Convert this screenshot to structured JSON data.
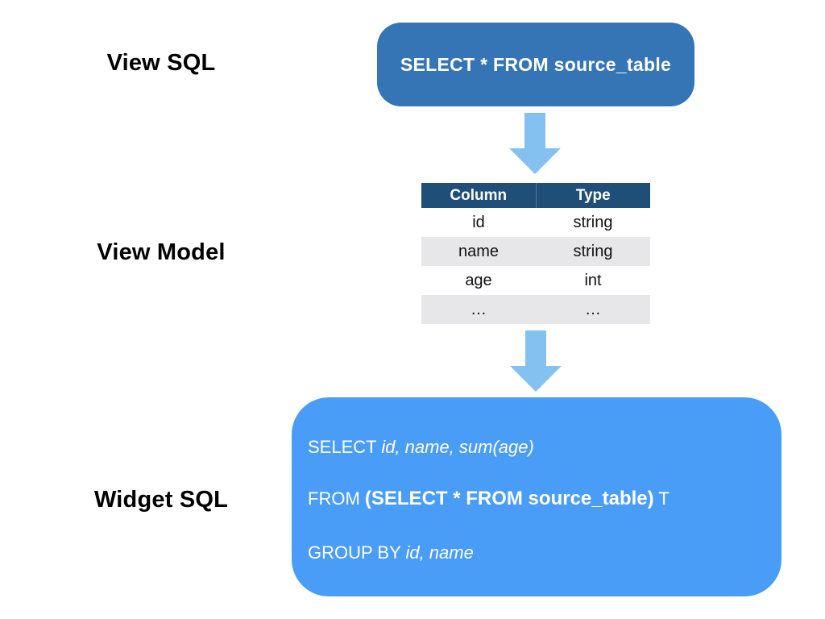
{
  "view_sql": {
    "label": "View SQL",
    "code": "SELECT * FROM source_table"
  },
  "view_model": {
    "label": "View Model",
    "table": {
      "headers": [
        "Column",
        "Type"
      ],
      "rows": [
        [
          "id",
          "string"
        ],
        [
          "name",
          "string"
        ],
        [
          "age",
          "int"
        ],
        [
          "…",
          "…"
        ]
      ]
    }
  },
  "widget_sql": {
    "label": "Widget SQL",
    "lines": [
      {
        "prefix": "SELECT ",
        "italic": "id, name, sum(age)",
        "bold": "",
        "suffix": ""
      },
      {
        "prefix": "FROM ",
        "italic": "",
        "bold": "(SELECT * FROM source_table)",
        "suffix": " T"
      },
      {
        "prefix": "GROUP BY ",
        "italic": "id, name",
        "bold": "",
        "suffix": ""
      }
    ]
  },
  "colors": {
    "view_sql_box": "#3575b5",
    "widget_sql_box": "#4a9df7",
    "table_header": "#1f4e79",
    "table_row_alt": "#e7e7ea",
    "arrow": "#85c1f0",
    "text_on_blue": "#ffffff"
  }
}
